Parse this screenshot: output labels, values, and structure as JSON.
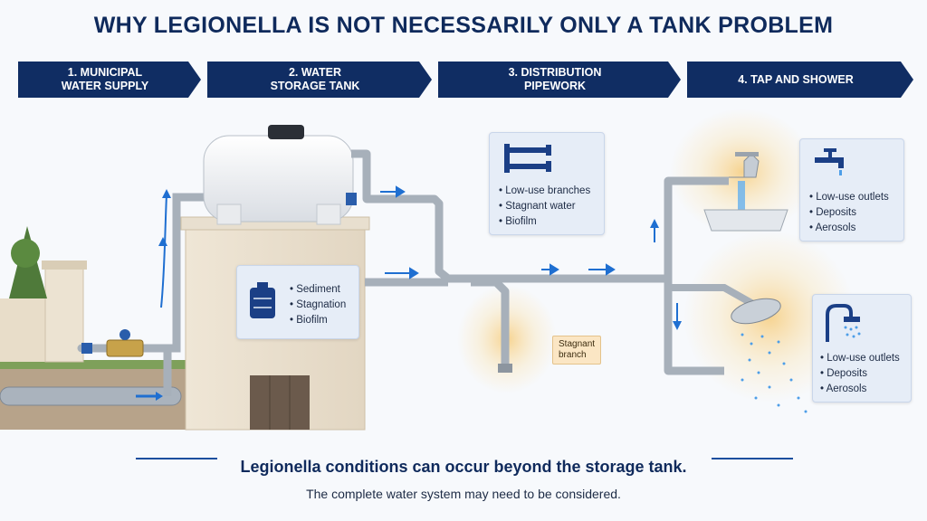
{
  "title": "WHY LEGIONELLA IS NOT NECESSARILY ONLY A TANK PROBLEM",
  "steps": [
    {
      "label": "1. MUNICIPAL\nWATER SUPPLY"
    },
    {
      "label": "2. WATER\nSTORAGE TANK"
    },
    {
      "label": "3. DISTRIBUTION\nPIPEWORK"
    },
    {
      "label": "4. TAP AND SHOWER"
    }
  ],
  "tank_callout": {
    "items": [
      "Sediment",
      "Stagnation",
      "Biofilm"
    ],
    "icon": "tank-icon"
  },
  "pipework_callout": {
    "items": [
      "Low-use branches",
      "Stagnant water",
      "Biofilm"
    ],
    "icon": "pipe-manifold-icon"
  },
  "tap_callout": {
    "items": [
      "Low-use outlets",
      "Deposits",
      "Aerosols"
    ],
    "icon": "tap-icon"
  },
  "shower_callout": {
    "items": [
      "Low-use outlets",
      "Deposits",
      "Aerosols"
    ],
    "icon": "shower-icon"
  },
  "stagnant_tag": "Stagnant\nbranch",
  "conclusion": "Legionella conditions can occur beyond the storage tank.",
  "subtext": "The complete water system may need to be considered.",
  "colors": {
    "navy": "#102d63",
    "flow_arrow": "#1f6fd1",
    "pipe": "#9aa3ad",
    "glow": "#f6c66b"
  }
}
